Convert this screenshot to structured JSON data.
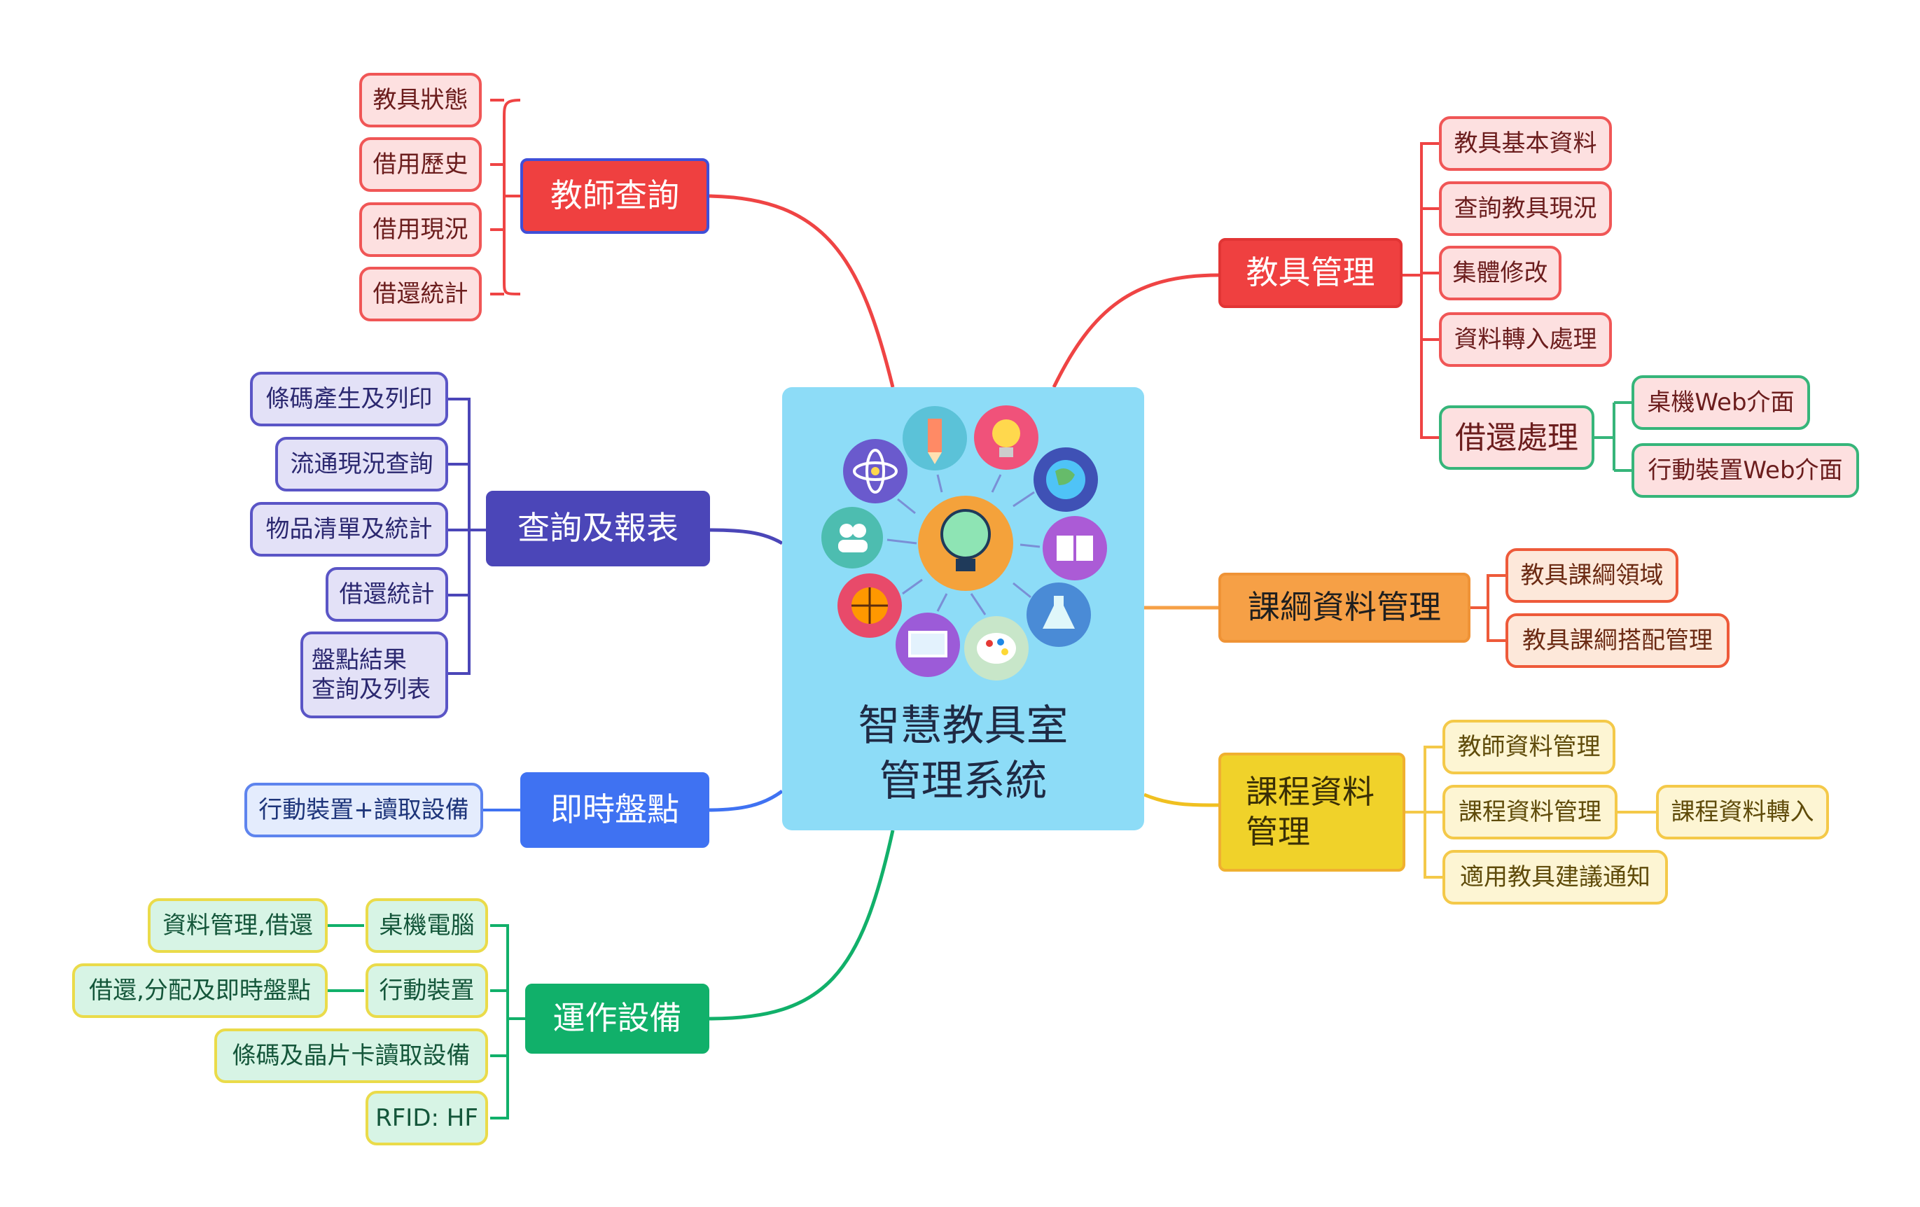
{
  "center": {
    "title": "智慧教具室\n管理系統"
  },
  "branches": {
    "teacher_query": {
      "label": "教師查詢",
      "items": [
        "教具狀態",
        "借用歷史",
        "借用現況",
        "借還統計"
      ]
    },
    "query_report": {
      "label": "查詢及報表",
      "items": [
        "條碼產生及列印",
        "流通現況查詢",
        "物品清單及統計",
        "借還統計",
        "盤點結果\n查詢及列表"
      ]
    },
    "realtime_inventory": {
      "label": "即時盤點",
      "items": [
        "行動裝置+讀取設備"
      ]
    },
    "equipment": {
      "label": "運作設備",
      "items": [
        "桌機電腦",
        "行動裝置",
        "條碼及晶片卡讀取設備",
        "RFID: HF"
      ],
      "sub_items": [
        "資料管理,借還",
        "借還,分配及即時盤點"
      ]
    },
    "tool_management": {
      "label": "教具管理",
      "items": [
        "教具基本資料",
        "查詢教具現況",
        "集體修改",
        "資料轉入處理",
        "借還處理"
      ],
      "sub_items": [
        "桌機Web介面",
        "行動裝置Web介面"
      ]
    },
    "curriculum": {
      "label": "課綱資料管理",
      "items": [
        "教具課綱領域",
        "教具課綱搭配管理"
      ]
    },
    "course": {
      "label": "課程資料\n管理",
      "items": [
        "教師資料管理",
        "課程資料管理",
        "適用教具建議通知"
      ],
      "sub_items": [
        "課程資料轉入"
      ]
    }
  },
  "colors": {
    "red": "#ef4040",
    "purple": "#4b46b8",
    "blue": "#3f72f2",
    "green": "#11b06a",
    "orange": "#f6a046",
    "yellow": "#f0d22a",
    "center": "#8ddcf7"
  },
  "icons": [
    "atom-icon",
    "pencil-icon",
    "lightbulb-icon",
    "globe-icon",
    "book-icon",
    "flask-icon",
    "palette-icon",
    "monitor-icon",
    "basketball-icon",
    "people-icon",
    "brain-bulb-icon"
  ]
}
